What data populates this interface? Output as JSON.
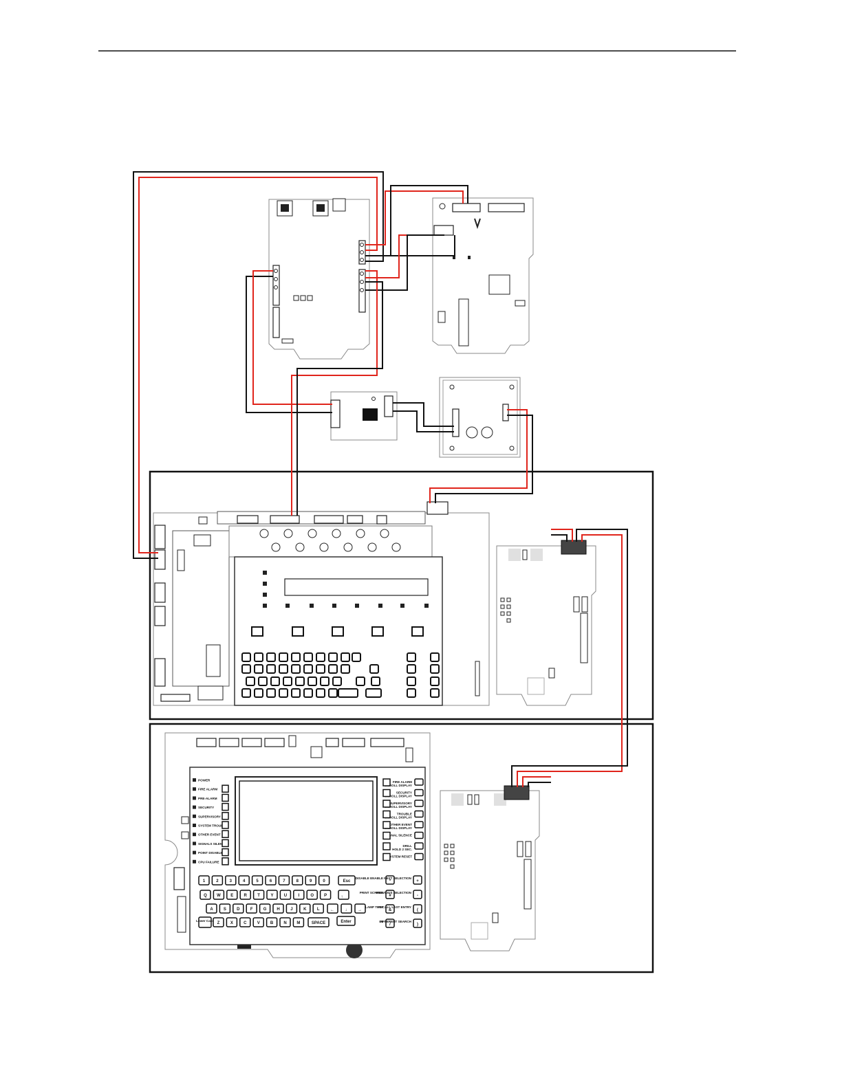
{
  "keypad_a": {
    "row1": [
      "1",
      "2",
      "3",
      "4",
      "5",
      "6",
      "7",
      "8",
      "9",
      "0",
      "Esc"
    ],
    "row2": [
      "Q",
      "W",
      "E",
      "R",
      "T",
      "Y",
      "U",
      "I",
      "O",
      "P"
    ],
    "row3": [
      "A",
      "S",
      "D",
      "F",
      "G",
      "H",
      "J",
      "K",
      "L"
    ],
    "row4": [
      "Z",
      "X",
      "C",
      "V",
      "B",
      "N",
      "M",
      "SPACE",
      "Enter"
    ],
    "shift_label": "Lower Case"
  },
  "panel_b": {
    "left_indicators": [
      "POWER",
      "FIRE ALARM",
      "PRE-ALARM",
      "SECURITY",
      "SUPERVISORY",
      "SYSTEM TROUBLE",
      "OTHER EVENT",
      "SIGNALS SILENCED",
      "POINT DISABLED",
      "CPU FAILURE"
    ],
    "right_buttons": [
      "FIRE ALARM",
      "SECURITY",
      "SUPERVISORY",
      "TROUBLE",
      "OTHER EVENT",
      "SIGNAL SILENCE",
      "DRILL",
      "SYSTEM RESET"
    ],
    "right_sub": [
      "SCROLL DISPLAY",
      "SCROLL DISPLAY",
      "SCROLL DISPLAY",
      "SCROLL DISPLAY",
      "SCROLL DISPLAY",
      "",
      "HOLD 2 SEC.",
      ""
    ],
    "side_keys": [
      {
        "label": "DISABLE ENABLE",
        "key": "*",
        "label2": "NEXT SELECTION",
        "key2": "+"
      },
      {
        "label": "PRINT SCREEN",
        "key": "#",
        "label2": "PREVIOUS SELECTION",
        "key2": "-"
      },
      {
        "label": "LAMP TEST",
        "key": "&",
        "label2": "RECALL LAST ENTRY",
        "key2": "("
      },
      {
        "label": "F5",
        "key": "/",
        "label2": "DIFFERENT SEARCH",
        "key2": ")"
      }
    ]
  }
}
